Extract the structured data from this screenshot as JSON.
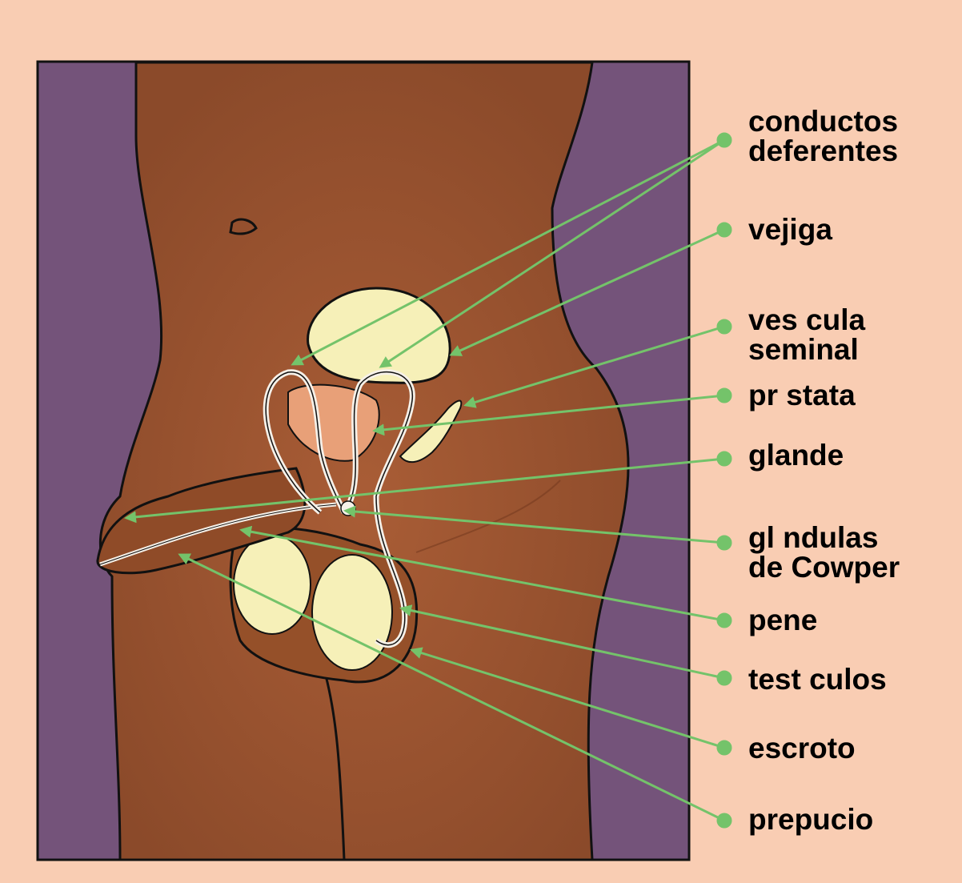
{
  "colors": {
    "background": "#f9cdb3",
    "panel": "#74537a",
    "skin": "#a05530",
    "skin_dark": "#8a4727",
    "organ_yellow": "#f6f0b8",
    "prostate": "#e8a078",
    "pointer": "#74c36a"
  },
  "labels": [
    {
      "id": "conductos-deferentes",
      "lines": [
        "conductos",
        "deferentes"
      ]
    },
    {
      "id": "vejiga",
      "lines": [
        "vejiga"
      ]
    },
    {
      "id": "vesicula-seminal",
      "lines": [
        "ves cula",
        "seminal"
      ]
    },
    {
      "id": "prostata",
      "lines": [
        "pr stata"
      ]
    },
    {
      "id": "glande",
      "lines": [
        "glande"
      ]
    },
    {
      "id": "glandulas-de-cowper",
      "lines": [
        "gl ndulas",
        "de Cowper"
      ]
    },
    {
      "id": "pene",
      "lines": [
        "pene"
      ]
    },
    {
      "id": "testiculos",
      "lines": [
        "test culos"
      ]
    },
    {
      "id": "escroto",
      "lines": [
        "escroto"
      ]
    },
    {
      "id": "prepucio",
      "lines": [
        "prepucio"
      ]
    }
  ]
}
